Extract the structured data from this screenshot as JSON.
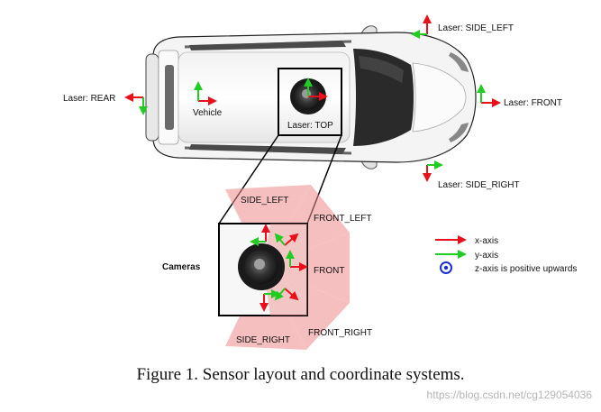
{
  "lasers": {
    "side_left": "Laser: SIDE_LEFT",
    "rear": "Laser: REAR",
    "front": "Laser: FRONT",
    "top": "Laser: TOP",
    "side_right": "Laser: SIDE_RIGHT"
  },
  "vehicle_label": "Vehicle",
  "cameras": {
    "title": "Cameras",
    "side_left": "SIDE_LEFT",
    "front_left": "FRONT_LEFT",
    "front": "FRONT",
    "front_right": "FRONT_RIGHT",
    "side_right": "SIDE_RIGHT"
  },
  "legend": {
    "x_axis": "x-axis",
    "y_axis": "y-axis",
    "z_axis": "z-axis is positive upwards"
  },
  "colors": {
    "x_axis": "#e8101a",
    "y_axis": "#22cc22",
    "z_axis": "#1a2fd6",
    "camera_fov": "#f08c8c"
  },
  "caption": "Figure 1. Sensor layout and coordinate systems.",
  "watermark": "https://blog.csdn.net/cg129054036"
}
